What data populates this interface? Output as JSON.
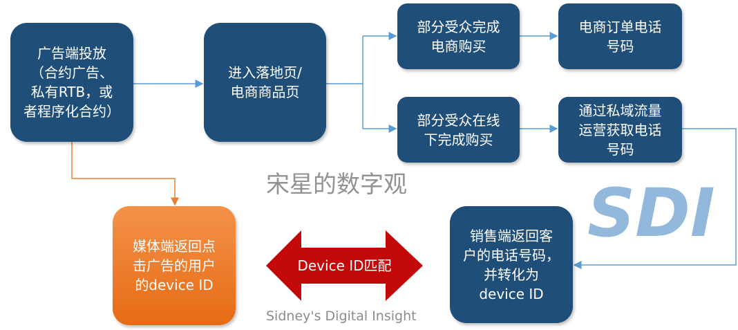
{
  "boxes": {
    "ad_delivery": "广告端投放\n（合约广告、\n私有RTB，或\n者程序化合约）",
    "landing": "进入落地页/\n电商商品页",
    "online_purchase": "部分受众完成\n电商购买",
    "ecom_phone": "电商订单电话\n号码",
    "offline_purchase": "部分受众在线\n下完成购买",
    "private_phone": "通过私域流量\n运营获取电话\n号码",
    "media_return": "媒体端返回点\n击广告的用户\n的device ID",
    "sales_return": "销售端返回客\n户的电话号码，\n并转化为\ndevice ID"
  },
  "match_arrow": "Device ID匹配",
  "watermark": {
    "logo": "SDI",
    "cn": "宋星的数字观",
    "en": "Sidney's Digital Insight"
  },
  "colors": {
    "box": "#1f4e79",
    "orange": "#ed7d31",
    "match": "#c00000",
    "connector": "#5b9bd5"
  }
}
